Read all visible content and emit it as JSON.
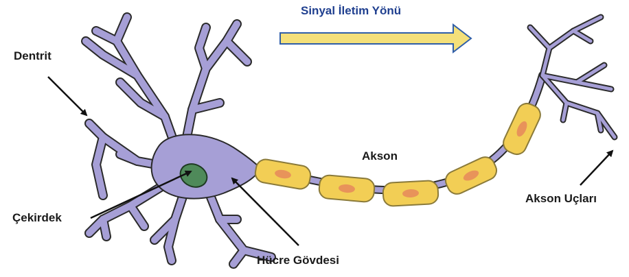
{
  "title": "Sinyal İletim Yönü",
  "labels": {
    "dendrite": "Dentrit",
    "nucleus": "Çekirdek",
    "cell_body": "Hücre Gövdesi",
    "axon": "Akson",
    "axon_terminals": "Akson Uçları"
  },
  "colors": {
    "neuron_fill": "#a69fd6",
    "neuron_stroke": "#2a2a2a",
    "nucleus_fill": "#4f8a5a",
    "myelin_fill": "#f2ce55",
    "myelin_stroke": "#8a7a3a",
    "myelin_spot": "#e8935a",
    "arrow_fill": "#f4e07a",
    "arrow_stroke": "#2f5ea8",
    "title_color": "#1f3f8f"
  }
}
